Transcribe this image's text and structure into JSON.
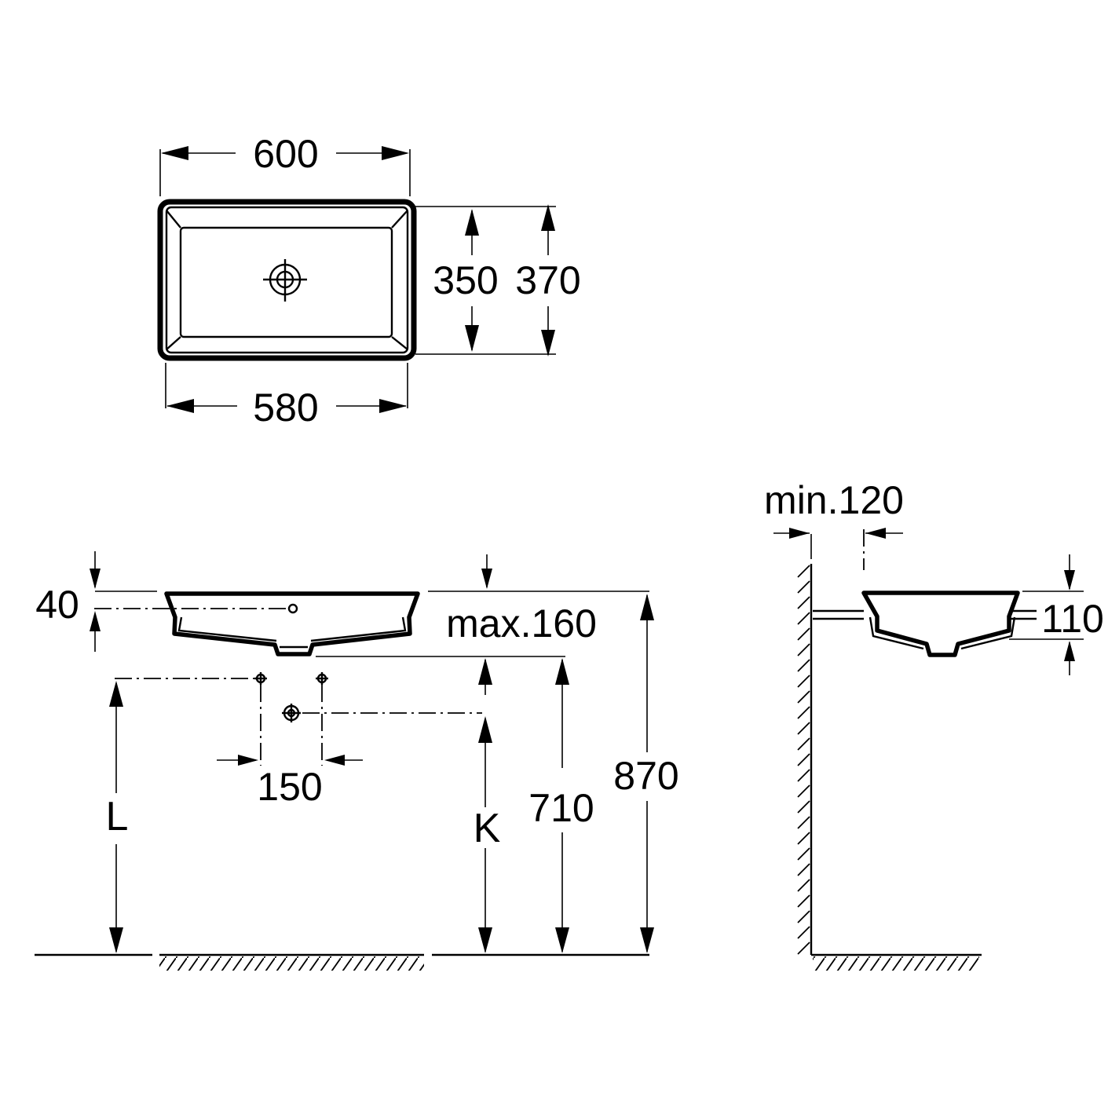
{
  "top_view": {
    "outer_width": "600",
    "inner_width": "580",
    "inner_depth": "350",
    "outer_depth": "370",
    "drain_icon": "drain-crosshair-icon"
  },
  "front_view": {
    "rim_height": "40",
    "max_offset": "max.160",
    "tap_spacing": "150",
    "label_L": "L",
    "label_K": "K",
    "height_710": "710",
    "height_870": "870"
  },
  "side_view": {
    "wall_gap": "min.120",
    "basin_height": "110"
  },
  "colors": {
    "line": "#000000",
    "background": "#ffffff"
  }
}
